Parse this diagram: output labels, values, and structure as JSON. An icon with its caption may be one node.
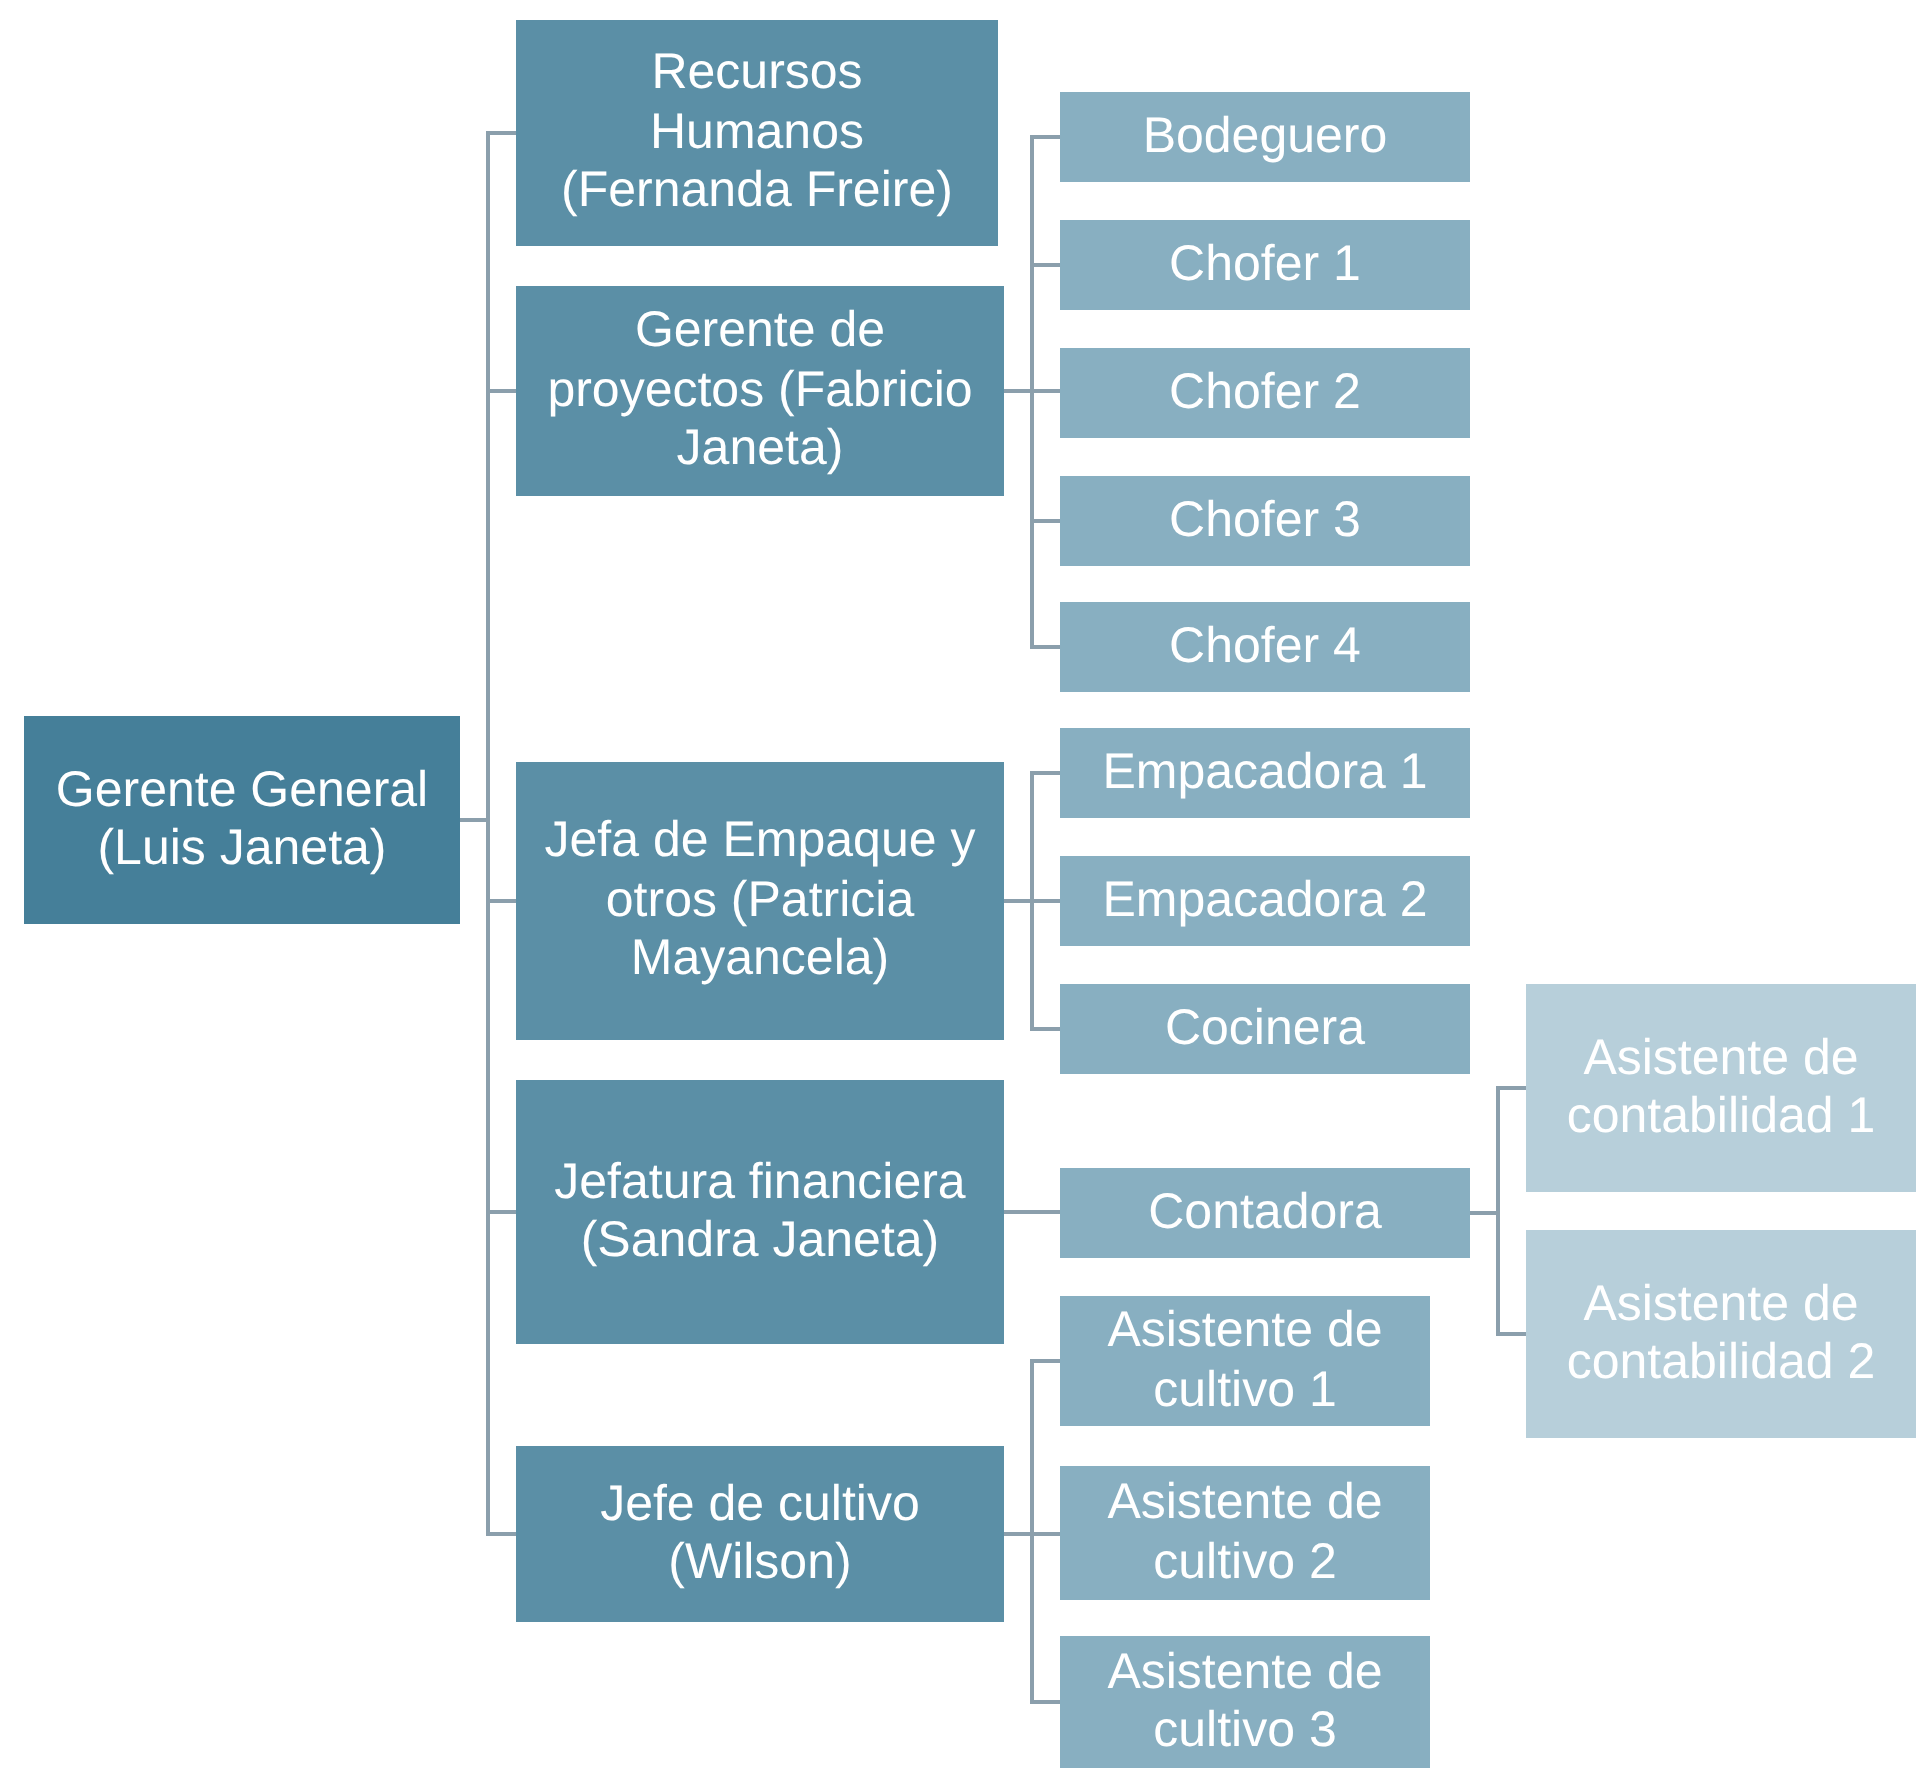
{
  "diagram": {
    "nodes": [
      {
        "text": [
          "Gerente General (Luis Janeta)"
        ]
      },
      {
        "text": [
          "Recursos Humanos (Fernanda Freire)"
        ]
      },
      {
        "text": [
          "Gerente de proyectos (Fabricio Janeta)"
        ]
      },
      {
        "text": [
          "Jefa de Empaque y otros (Patricia Mayancela)"
        ]
      },
      {
        "text": [
          "Jefatura financiera (Sandra Janeta)"
        ]
      },
      {
        "text": [
          "Jefe de cultivo (Wilson)"
        ]
      },
      {
        "text": [
          "Bodeguero"
        ]
      },
      {
        "text": [
          "Chofer 1"
        ]
      },
      {
        "text": [
          "Chofer 2"
        ]
      },
      {
        "text": [
          "Chofer 3"
        ]
      },
      {
        "text": [
          "Chofer 4"
        ]
      },
      {
        "text": [
          "Empacadora 1"
        ]
      },
      {
        "text": [
          "Empacadora 2"
        ]
      },
      {
        "text": [
          "Cocinera"
        ]
      },
      {
        "text": [
          "Contadora"
        ]
      },
      {
        "text": [
          "Asistente de cultivo 1"
        ]
      },
      {
        "text": [
          "Asistente de cultivo 2"
        ]
      },
      {
        "text": [
          "Asistente de cultivo 3"
        ]
      },
      {
        "text": [
          "Asistente de contabilidad 1"
        ]
      },
      {
        "text": [
          "Asistente de contabilidad 2"
        ]
      }
    ],
    "edges": [
      {
        "from": 0,
        "to": 1,
        "arrow": "none"
      },
      {
        "from": 0,
        "to": 2,
        "arrow": "none"
      },
      {
        "from": 0,
        "to": 3,
        "arrow": "none"
      },
      {
        "from": 0,
        "to": 4,
        "arrow": "none"
      },
      {
        "from": 0,
        "to": 5,
        "arrow": "none"
      },
      {
        "from": 2,
        "to": 6,
        "arrow": "none"
      },
      {
        "from": 2,
        "to": 7,
        "arrow": "none"
      },
      {
        "from": 2,
        "to": 8,
        "arrow": "none"
      },
      {
        "from": 2,
        "to": 9,
        "arrow": "none"
      },
      {
        "from": 2,
        "to": 10,
        "arrow": "none"
      },
      {
        "from": 3,
        "to": 11,
        "arrow": "none"
      },
      {
        "from": 3,
        "to": 12,
        "arrow": "none"
      },
      {
        "from": 3,
        "to": 13,
        "arrow": "none"
      },
      {
        "from": 4,
        "to": 14,
        "arrow": "none"
      },
      {
        "from": 14,
        "to": 18,
        "arrow": "none"
      },
      {
        "from": 14,
        "to": 19,
        "arrow": "none"
      },
      {
        "from": 5,
        "to": 15,
        "arrow": "none"
      },
      {
        "from": 5,
        "to": 16,
        "arrow": "none"
      },
      {
        "from": 5,
        "to": 17,
        "arrow": "none"
      }
    ]
  }
}
